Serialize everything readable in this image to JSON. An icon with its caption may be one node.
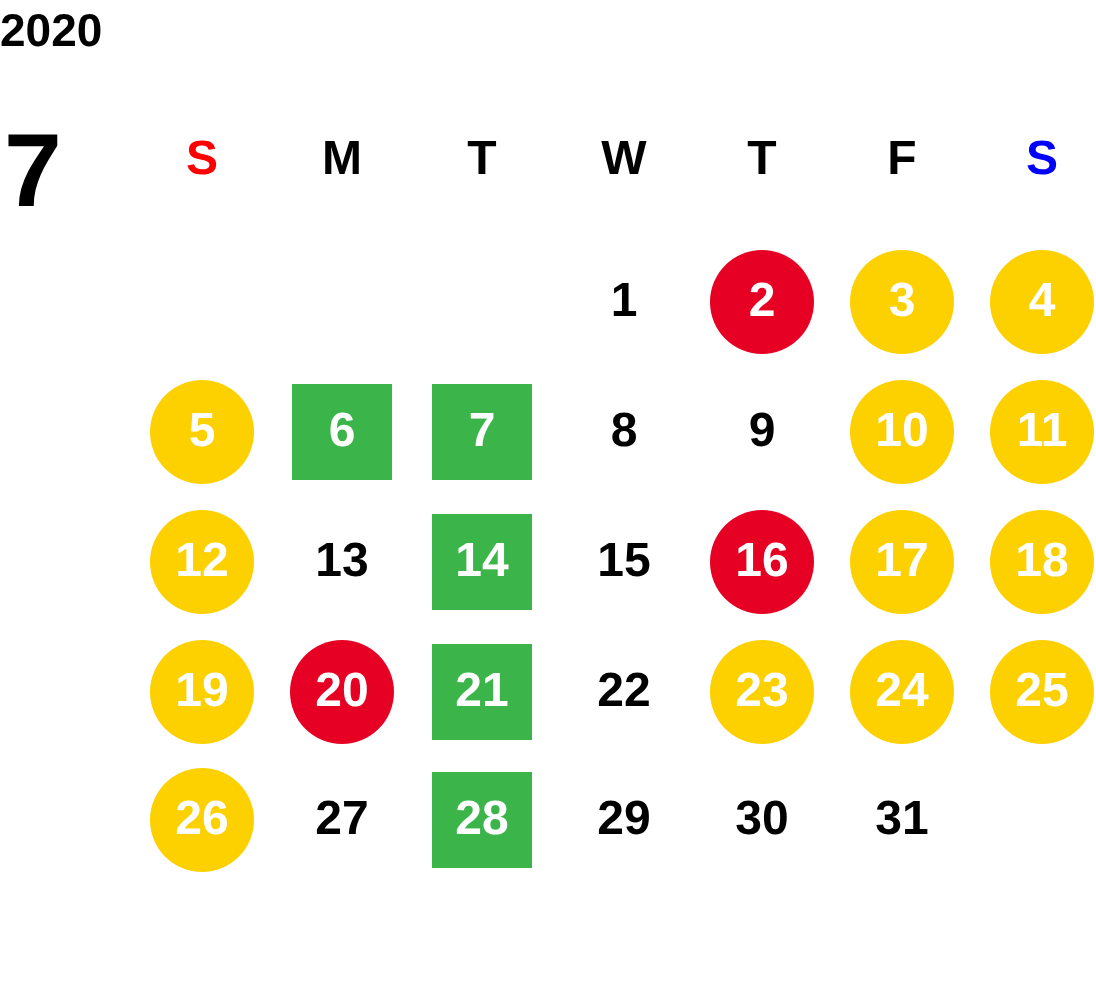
{
  "diagram": {
    "title": "2020",
    "nodes": [
      {
        "text": [
          "2"
        ]
      },
      {
        "text": [
          "3"
        ]
      },
      {
        "text": [
          "4"
        ]
      },
      {
        "text": [
          "5"
        ]
      },
      {
        "text": [
          "6"
        ]
      },
      {
        "text": [
          "7"
        ]
      },
      {
        "text": [
          "10"
        ]
      },
      {
        "text": [
          "11"
        ]
      },
      {
        "text": [
          "12"
        ]
      },
      {
        "text": [
          "14"
        ]
      },
      {
        "text": [
          "16"
        ]
      },
      {
        "text": [
          "17"
        ]
      },
      {
        "text": [
          "18"
        ]
      },
      {
        "text": [
          "19"
        ]
      },
      {
        "text": [
          "20"
        ]
      },
      {
        "text": [
          "21"
        ]
      },
      {
        "text": [
          "23"
        ]
      },
      {
        "text": [
          "24"
        ]
      },
      {
        "text": [
          "25"
        ]
      },
      {
        "text": [
          "26"
        ]
      },
      {
        "text": [
          "28"
        ]
      }
    ],
    "labels": [
      "7",
      "S",
      "M",
      "T",
      "W",
      "T",
      "F",
      "S",
      "1",
      "8",
      "9",
      "13",
      "15",
      "22",
      "27",
      "29",
      "30",
      "31"
    ]
  }
}
